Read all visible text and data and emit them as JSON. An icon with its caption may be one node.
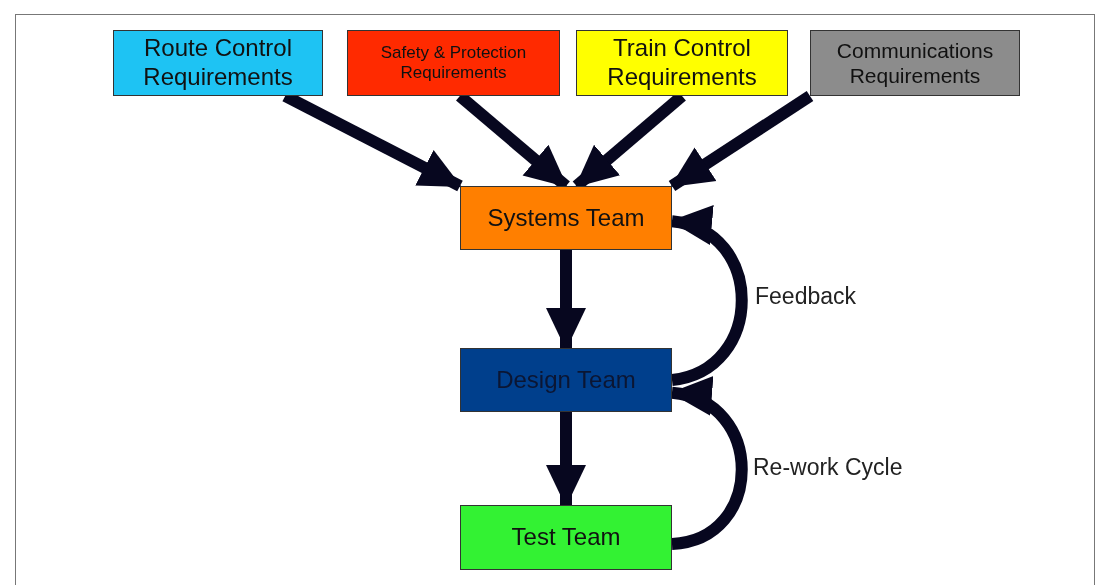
{
  "diagram": {
    "nodes": [
      {
        "text": [
          "Route Control Requirements"
        ]
      },
      {
        "text": [
          "Safety & Protection Requirements"
        ]
      },
      {
        "text": [
          "Train Control Requirements"
        ]
      },
      {
        "text": [
          "Communications Requirements"
        ]
      },
      {
        "text": [
          "Systems Team"
        ]
      },
      {
        "text": [
          "Design Team"
        ]
      },
      {
        "text": [
          "Test Team"
        ]
      }
    ],
    "edges": [
      {
        "from": 0,
        "to": 4,
        "arrow": "to"
      },
      {
        "from": 1,
        "to": 4,
        "arrow": "to"
      },
      {
        "from": 2,
        "to": 4,
        "arrow": "to"
      },
      {
        "from": 3,
        "to": 4,
        "arrow": "to"
      },
      {
        "from": 4,
        "to": 5,
        "arrow": "to"
      },
      {
        "from": 5,
        "to": 6,
        "arrow": "to"
      },
      {
        "from": 5,
        "to": 4,
        "arrow": "to",
        "label": "Feedback"
      },
      {
        "from": 6,
        "to": 5,
        "arrow": "to",
        "label": "Re-work Cycle"
      }
    ]
  }
}
